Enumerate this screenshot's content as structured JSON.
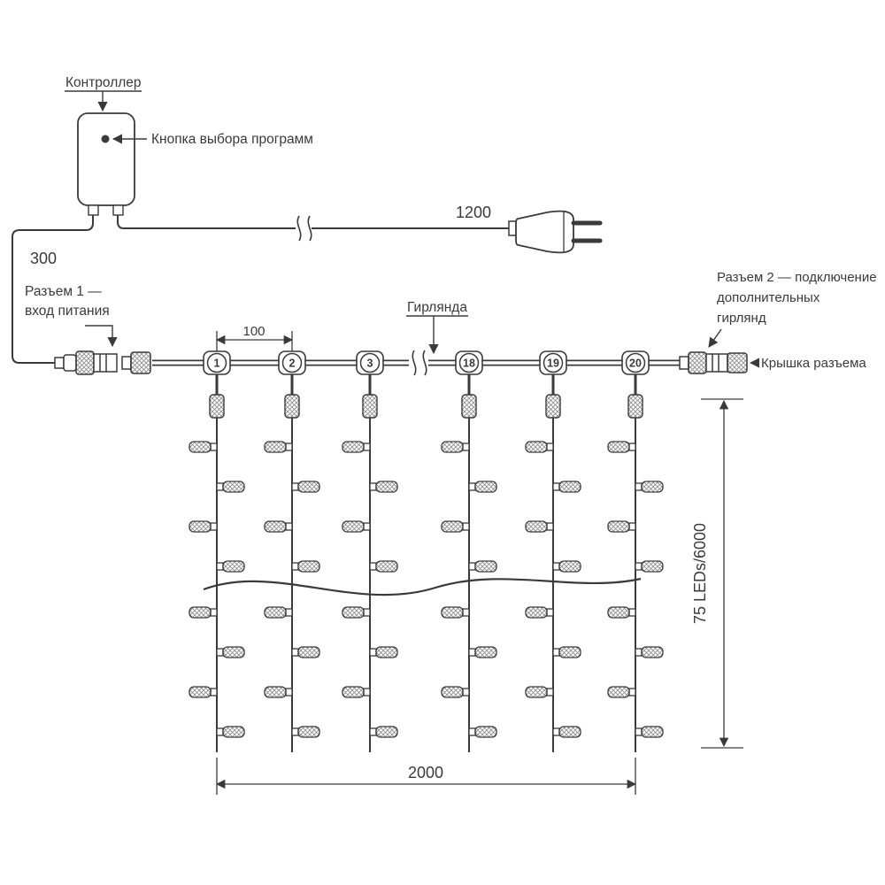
{
  "labels": {
    "controller": "Контроллер",
    "program_button": "Кнопка выбора программ",
    "power_cable_length": "1200",
    "input_cable_length": "300",
    "connector1": [
      "Разъем 1 —",
      "вход питания"
    ],
    "garland": "Гирлянда",
    "drop_spacing": "100",
    "connector2": [
      "Разъем 2 — подключение",
      "дополнительных",
      "гирлянд"
    ],
    "connector_cap": "Крышка разъема",
    "vertical_dimension": "75 LEDs/6000",
    "horizontal_dimension": "2000"
  },
  "drops": [
    "1",
    "2",
    "3",
    "18",
    "19",
    "20"
  ],
  "colors": {
    "line": "#3a3a3a",
    "background": "#ffffff"
  }
}
